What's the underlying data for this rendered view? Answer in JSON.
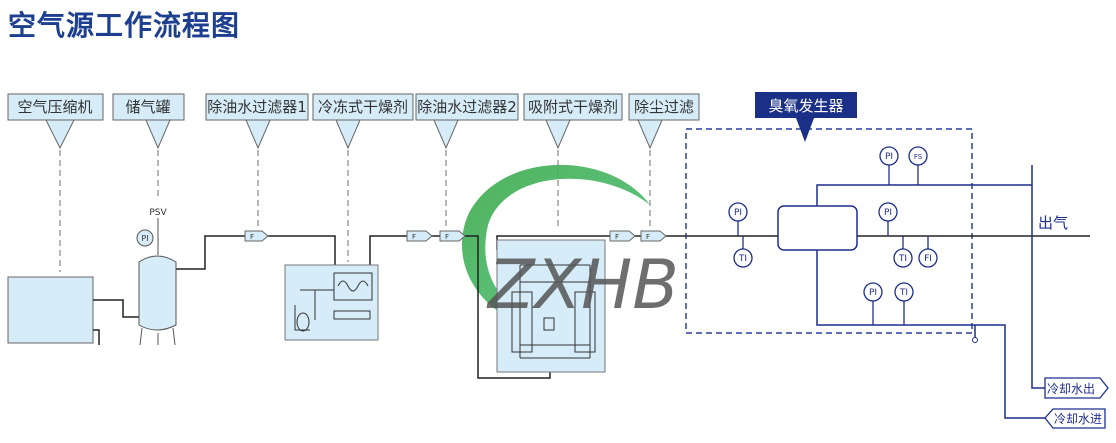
{
  "title": "空气源工作流程图",
  "stages": [
    {
      "label": "空气压缩机"
    },
    {
      "label": "储气罐"
    },
    {
      "label": "除油水过滤器1"
    },
    {
      "label": "冷冻式干燥剂"
    },
    {
      "label": "除油水过滤器2"
    },
    {
      "label": "吸附式干燥剂"
    },
    {
      "label": "除尘过滤"
    }
  ],
  "ozone_generator": {
    "label": "臭氧发生器"
  },
  "tank_valve": "PSV",
  "filter_mark": "F",
  "instruments": {
    "pi": "PI",
    "ti": "TI",
    "fs": "FS",
    "fi": "FI"
  },
  "outlet_label": "出气",
  "cooling_out": "冷却水出",
  "cooling_in": "冷却水进",
  "logo_text": "ZXHB",
  "colors": {
    "title": "#1d3f8f",
    "box_fill": "#d6ecf8",
    "ozone_blue": "#1e2f8c",
    "logo_green": "#3daa4a"
  }
}
